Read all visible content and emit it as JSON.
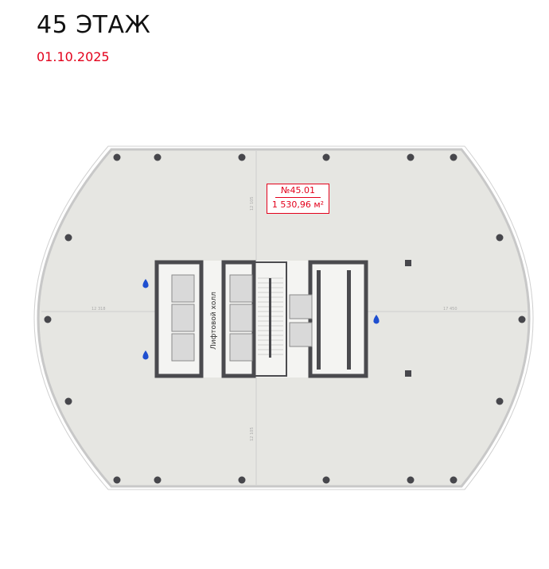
{
  "header": {
    "title": "45 ЭТАЖ",
    "date": "01.10.2025"
  },
  "unit": {
    "number": "№45.01",
    "area": "1 530,96 м²"
  },
  "core": {
    "hall_label": "Лифтовой холл"
  },
  "dimensions": {
    "top": "12 105",
    "bottom": "12 105",
    "left": "12 318",
    "right": "17 450"
  },
  "colors": {
    "floor": "#e6e6e2",
    "wall": "#4a4a4e",
    "accent": "#e3001b",
    "water": "#1f4fd0"
  }
}
